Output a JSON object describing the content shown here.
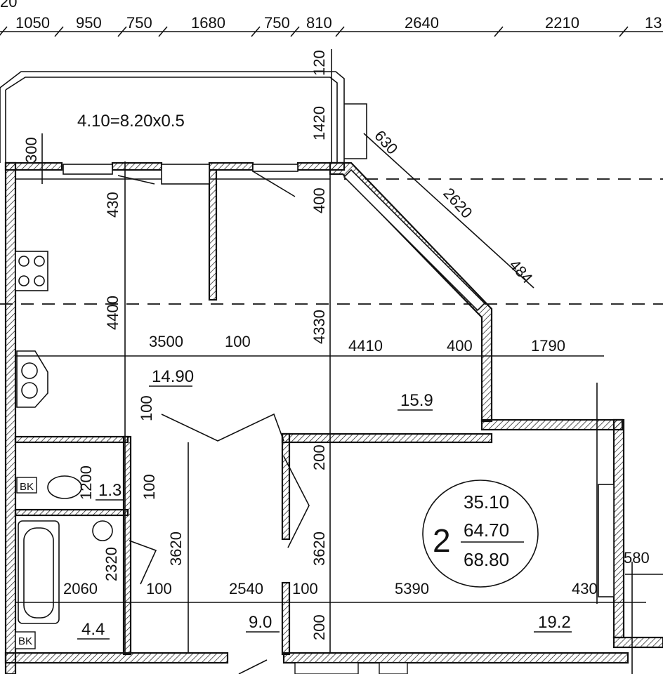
{
  "top_dimensions": [
    "1050",
    "950",
    "750",
    "1680",
    "750",
    "810",
    "2640",
    "2210",
    "13"
  ],
  "balcony": {
    "label": "4.10=8.20x0.5",
    "dims": {
      "d300": "300",
      "d120": "120",
      "d1420": "1420",
      "d630": "630",
      "d2620": "2620",
      "d484": "484"
    }
  },
  "interior_dimensions": {
    "d430": "430",
    "d400_top": "400",
    "d4400": "4400",
    "d4330": "4330",
    "d3500": "3500",
    "d100_a": "100",
    "d4410": "4410",
    "d400_b": "400",
    "d1790": "1790",
    "d100_b": "100",
    "d200_a": "200",
    "d1200": "1200",
    "d100_c": "100",
    "d2320": "2320",
    "d3620_a": "3620",
    "d3620_b": "3620",
    "d2060": "2060",
    "d100_d": "100",
    "d2540": "2540",
    "d100_e": "100",
    "d5390": "5390",
    "d430_b": "430",
    "d580": "580",
    "d200_b": "200"
  },
  "room_areas": {
    "kitchen": "14.90",
    "room1": "15.9",
    "wc": "1.3",
    "bath": "4.4",
    "hall": "9.0",
    "room2": "19.2"
  },
  "fixtures": {
    "vk1": "BK",
    "vk2": "BK"
  },
  "apartment_badge": {
    "rooms": "2",
    "living": "35.10",
    "total": "64.70",
    "total_with_balcony": "68.80"
  }
}
